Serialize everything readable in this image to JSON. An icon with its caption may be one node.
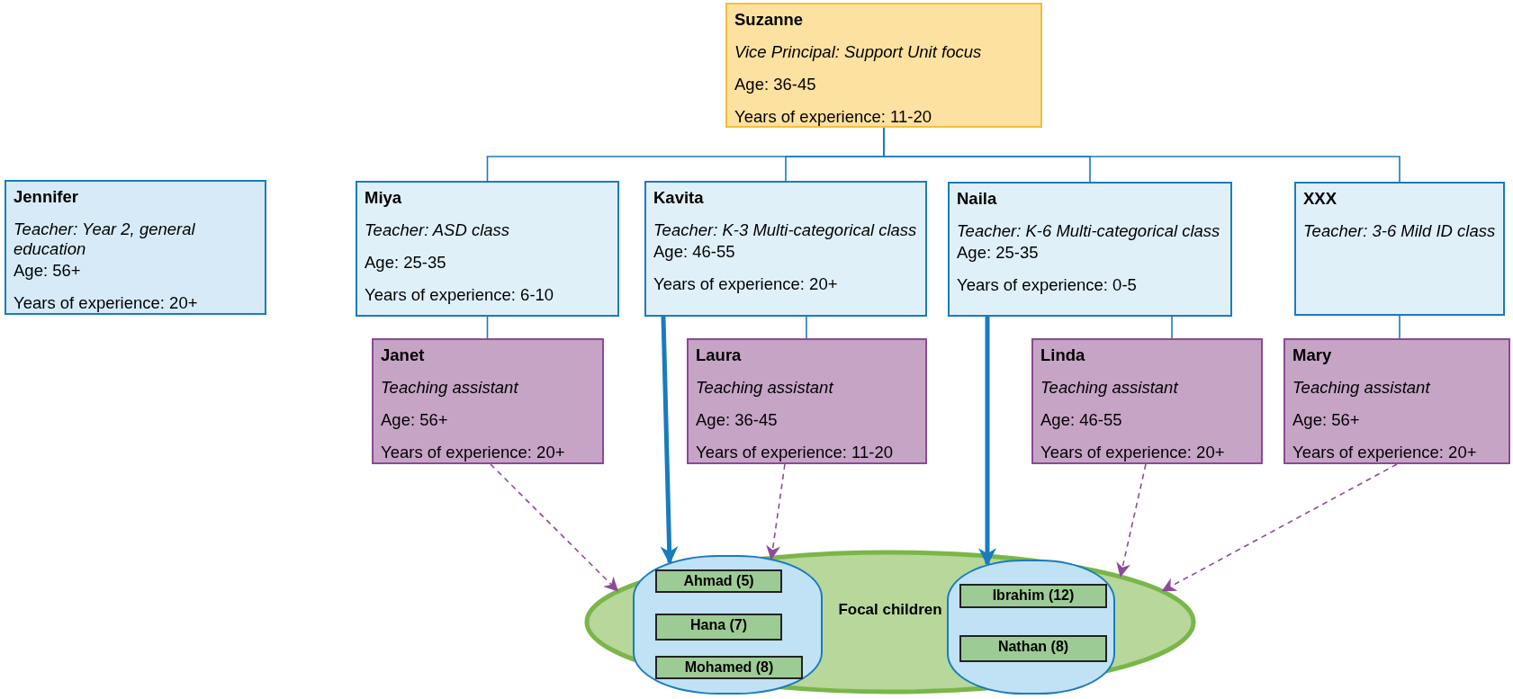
{
  "diagram": {
    "nodes": [
      {
        "text": [
          "Suzanne",
          "Vice Principal: Support Unit focus",
          "Age: 36-45",
          "Years of experience: 11-20"
        ]
      },
      {
        "text": [
          "Jennifer",
          "Teacher: Year 2, general education",
          "Age: 56+",
          "Years of experience: 20+"
        ]
      },
      {
        "text": [
          "Miya",
          "Teacher: ASD class",
          "Age: 25-35",
          "Years of experience: 6-10"
        ]
      },
      {
        "text": [
          "Kavita",
          "Teacher: K-3 Multi-categorical class",
          "Age: 46-55",
          "Years of experience: 20+"
        ]
      },
      {
        "text": [
          "Naila",
          "Teacher: K-6 Multi-categorical class",
          "Age: 25-35",
          "Years of experience: 0-5"
        ]
      },
      {
        "text": [
          "XXX",
          "Teacher: 3-6 Mild ID class"
        ]
      },
      {
        "text": [
          "Janet",
          "Teaching assistant",
          "Age: 56+",
          "Years of experience: 20+"
        ]
      },
      {
        "text": [
          "Laura",
          "Teaching assistant",
          "Age: 36-45",
          "Years of experience: 11-20"
        ]
      },
      {
        "text": [
          "Linda",
          "Teaching assistant",
          "Age: 46-55",
          "Years of experience: 20+"
        ]
      },
      {
        "text": [
          "Mary",
          "Teaching assistant",
          "Age: 56+",
          "Years of experience: 20+"
        ]
      },
      {
        "text": [
          "Focal children"
        ]
      },
      {
        "text": [],
        "shape": "box",
        "in": 10
      },
      {
        "text": [
          "Ahmad (5)"
        ],
        "in": 11
      },
      {
        "text": [
          "Hana (7)"
        ],
        "in": 11
      },
      {
        "text": [
          "Mohamed (8)"
        ],
        "in": 11
      },
      {
        "text": [],
        "shape": "box",
        "in": 10
      },
      {
        "text": [
          "Ibrahim (12)"
        ],
        "in": 15
      },
      {
        "text": [
          "Nathan (8)"
        ],
        "in": 15
      }
    ],
    "edges": [
      {
        "from": 0,
        "to": 2,
        "arrow": "none"
      },
      {
        "from": 0,
        "to": 3,
        "arrow": "none"
      },
      {
        "from": 0,
        "to": 4,
        "arrow": "none"
      },
      {
        "from": 0,
        "to": 5,
        "arrow": "none"
      },
      {
        "from": 2,
        "to": 6,
        "arrow": "none"
      },
      {
        "from": 3,
        "to": 7,
        "arrow": "none"
      },
      {
        "from": 4,
        "to": 8,
        "arrow": "none"
      },
      {
        "from": 5,
        "to": 9,
        "arrow": "none"
      },
      {
        "from": 3,
        "to": 11,
        "arrow": "to",
        "style": "thick"
      },
      {
        "from": 4,
        "to": 15,
        "arrow": "to",
        "style": "thick"
      },
      {
        "from": 6,
        "to": 10,
        "arrow": "to",
        "style": "dashed",
        "color": "#8e4a9a"
      },
      {
        "from": 7,
        "to": 11,
        "arrow": "to",
        "style": "dashed",
        "color": "#8e4a9a"
      },
      {
        "from": 8,
        "to": 10,
        "arrow": "to",
        "style": "dashed",
        "color": "#8e4a9a"
      },
      {
        "from": 9,
        "to": 10,
        "arrow": "to",
        "style": "dashed",
        "color": "#8e4a9a"
      }
    ]
  }
}
